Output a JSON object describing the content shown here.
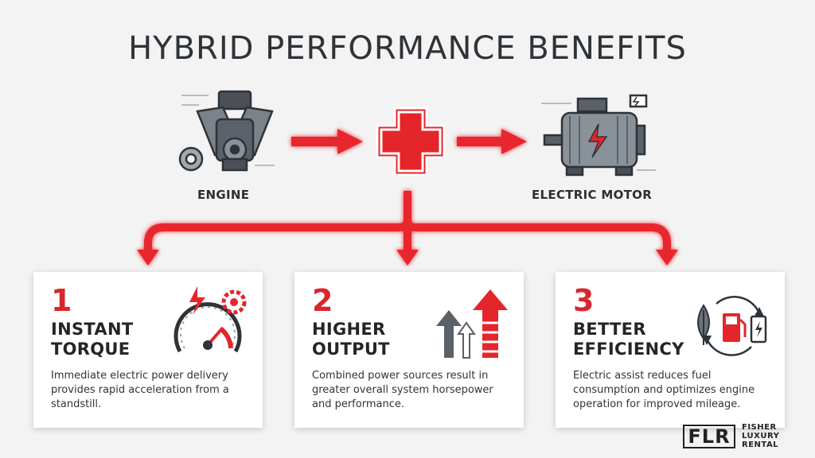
{
  "title": "HYBRID PERFORMANCE BENEFITS",
  "components": {
    "engine_label": "ENGINE",
    "motor_label": "ELECTRIC MOTOR"
  },
  "colors": {
    "accent": "#d9262c",
    "dark": "#2e3338",
    "card_bg": "#ffffff"
  },
  "benefits": [
    {
      "number": "1",
      "heading_line1": "INSTANT",
      "heading_line2": "TORQUE",
      "text": "Immediate electric power delivery provides rapid acceleration from a standstill.",
      "icon": "speedometer-gear-bolt-icon"
    },
    {
      "number": "2",
      "heading_line1": "HIGHER",
      "heading_line2": "OUTPUT",
      "text": "Combined power sources result in greater overall system horsepower and performance.",
      "icon": "rising-arrows-icon"
    },
    {
      "number": "3",
      "heading_line1": "BETTER",
      "heading_line2": "EFFICIENCY",
      "text": "Electric assist reduces fuel consumption and optimizes engine operation for improved mileage.",
      "icon": "leaf-fuel-battery-cycle-icon"
    }
  ],
  "logo": {
    "mark": "FLR",
    "line1": "FISHER",
    "line2": "LUXURY",
    "line3": "RENTAL"
  }
}
